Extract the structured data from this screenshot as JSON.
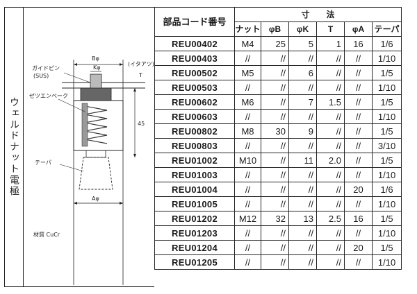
{
  "side_title": "ウェルドナット電極",
  "drawing": {
    "label_guide_pin": "ガイドピン",
    "label_sus": "(SUS)",
    "label_b_diameter": "Bφ",
    "label_k_diameter": "Kφ",
    "label_plate": "(イタアツ)",
    "label_t": "T",
    "label_spring": "ゼツエンベーク",
    "label_dim_45": "45",
    "label_taper": "テーパ",
    "label_a_diameter": "Aφ",
    "label_material": "材質 CuCr"
  },
  "table": {
    "header_code": "部品コード番号",
    "header_dims": "寸　　法",
    "columns": [
      "ナット",
      "φB",
      "φK",
      "T",
      "φA",
      "テーパ"
    ],
    "rows": [
      {
        "code": "REU00402",
        "nut": "M4",
        "b": "25",
        "k": "5",
        "t": "1",
        "a": "16",
        "taper": "1/6"
      },
      {
        "code": "REU00403",
        "nut": "//",
        "b": "//",
        "k": "//",
        "t": "//",
        "a": "//",
        "taper": "1/10"
      },
      {
        "code": "REU00502",
        "nut": "M5",
        "b": "//",
        "k": "6",
        "t": "//",
        "a": "//",
        "taper": "1/5"
      },
      {
        "code": "REU00503",
        "nut": "//",
        "b": "//",
        "k": "//",
        "t": "//",
        "a": "//",
        "taper": "1/10"
      },
      {
        "code": "REU00602",
        "nut": "M6",
        "b": "//",
        "k": "7",
        "t": "1.5",
        "a": "//",
        "taper": "1/5"
      },
      {
        "code": "REU00603",
        "nut": "//",
        "b": "//",
        "k": "//",
        "t": "//",
        "a": "//",
        "taper": "1/10"
      },
      {
        "code": "REU00802",
        "nut": "M8",
        "b": "30",
        "k": "9",
        "t": "//",
        "a": "//",
        "taper": "1/5"
      },
      {
        "code": "REU00803",
        "nut": "//",
        "b": "//",
        "k": "//",
        "t": "//",
        "a": "//",
        "taper": "3/10"
      },
      {
        "code": "REU01002",
        "nut": "M10",
        "b": "//",
        "k": "11",
        "t": "2.0",
        "a": "//",
        "taper": "1/5"
      },
      {
        "code": "REU01003",
        "nut": "//",
        "b": "//",
        "k": "//",
        "t": "//",
        "a": "//",
        "taper": "1/10"
      },
      {
        "code": "REU01004",
        "nut": "//",
        "b": "//",
        "k": "//",
        "t": "//",
        "a": "20",
        "taper": "1/6"
      },
      {
        "code": "REU01005",
        "nut": "//",
        "b": "//",
        "k": "//",
        "t": "//",
        "a": "//",
        "taper": "1/10"
      },
      {
        "code": "REU01202",
        "nut": "M12",
        "b": "32",
        "k": "13",
        "t": "2.5",
        "a": "16",
        "taper": "1/5"
      },
      {
        "code": "REU01203",
        "nut": "//",
        "b": "//",
        "k": "//",
        "t": "//",
        "a": "//",
        "taper": "1/10"
      },
      {
        "code": "REU01204",
        "nut": "//",
        "b": "//",
        "k": "//",
        "t": "//",
        "a": "20",
        "taper": "1/5"
      },
      {
        "code": "REU01205",
        "nut": "//",
        "b": "//",
        "k": "//",
        "t": "//",
        "a": "//",
        "taper": "1/10"
      }
    ]
  }
}
